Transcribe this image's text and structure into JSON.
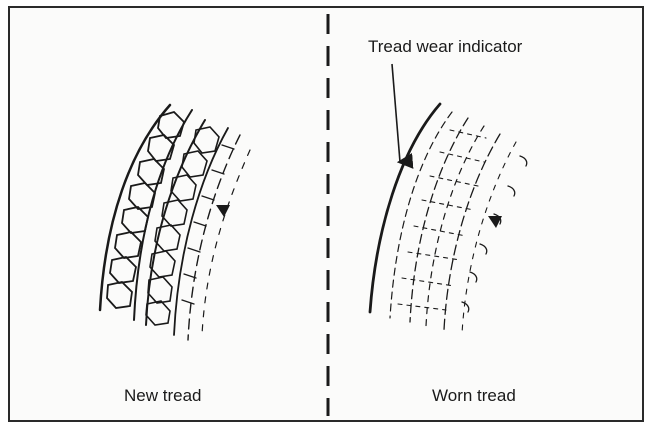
{
  "labels": {
    "indicator": "Tread wear indicator",
    "new_tread": "New tread",
    "worn_tread": "Worn tread"
  },
  "colors": {
    "ink": "#1a1a1a",
    "background": "#fbfbfa"
  }
}
